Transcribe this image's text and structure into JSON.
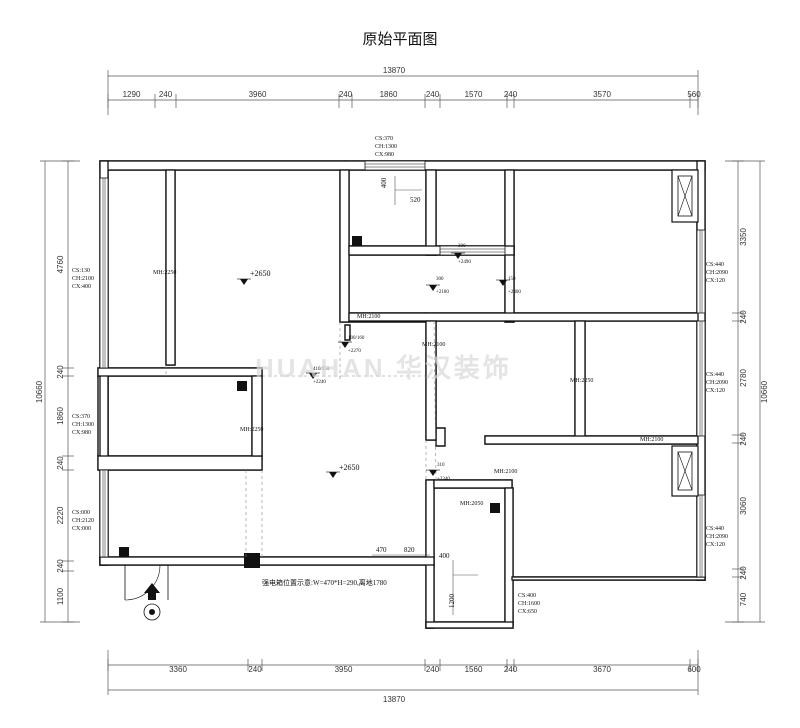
{
  "title": "原始平面图",
  "watermark": "HUAHAN 华汉装饰",
  "dimensions": {
    "top_total": "13870",
    "top_segments": [
      "1290",
      "240",
      "3960",
      "240",
      "1860",
      "240",
      "1570",
      "240",
      "3570",
      "560"
    ],
    "bottom_total": "13870",
    "bottom_segments": [
      "3360",
      "240",
      "3950",
      "240",
      "1560",
      "240",
      "3670",
      "600"
    ],
    "left_total": "10660",
    "left_segments": [
      "4760",
      "240",
      "1860",
      "240",
      "2220",
      "240",
      "1100"
    ],
    "right_total": "10660",
    "right_segments": [
      "3350",
      "240",
      "2780",
      "240",
      "3060",
      "240",
      "740"
    ]
  },
  "window_notes": [
    {
      "lines": [
        "CS:370",
        "CH:1300",
        "CX:980"
      ]
    },
    {
      "lines": [
        "CS:130",
        "CH:2100",
        "CX:400"
      ]
    },
    {
      "lines": [
        "CS:370",
        "CH:1300",
        "CX:980"
      ]
    },
    {
      "lines": [
        "CS:000",
        "CH:2120",
        "CX:000"
      ]
    },
    {
      "lines": [
        "CS:440",
        "CH:2090",
        "CX:120"
      ]
    },
    {
      "lines": [
        "CS:440",
        "CH:2090",
        "CX:120"
      ]
    },
    {
      "lines": [
        "CS:440",
        "CH:2090",
        "CX:120"
      ]
    },
    {
      "lines": [
        "CS:400",
        "CH:1600",
        "CX:650"
      ]
    }
  ],
  "beam_labels": [
    "MH:2250",
    "MH:2250",
    "MH:2100",
    "MH:2100",
    "MH:2250",
    "MH:2100",
    "MH:2100",
    "MH:2050"
  ],
  "elevations": [
    "+2650",
    "+2650"
  ],
  "small_elevations": [
    "300",
    "+2490",
    "300",
    "+2180",
    "150",
    "+2400",
    "100/160",
    "+2270",
    "410/250",
    "+2240",
    "310",
    "+2340"
  ],
  "local_dims": [
    "400",
    "520",
    "470",
    "820",
    "400",
    "1200"
  ],
  "electric_box_note": "强电箱位置示意:W=470*H=290,离地1780"
}
